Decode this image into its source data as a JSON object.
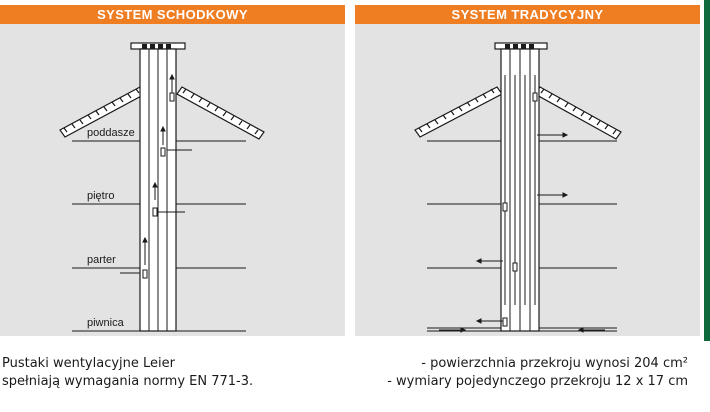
{
  "panels": {
    "left": {
      "title": "SYSTEM SCHODKOWY",
      "floors": [
        "poddasze",
        "piętro",
        "parter",
        "piwnica"
      ]
    },
    "right": {
      "title": "SYSTEM TRADYCYJNY"
    }
  },
  "captions": {
    "left": [
      "Pustaki wentylacyjne Leier",
      "spełniają wymagania normy EN 771-3."
    ],
    "right": [
      "- powierzchnia przekroju wynosi 204 cm²",
      "- wymiary pojedynczego przekroju 12 x 17 cm"
    ]
  },
  "colors": {
    "header": "#ef7d22",
    "panel": "#e3e3e4",
    "edge": "#0f6b3c"
  }
}
